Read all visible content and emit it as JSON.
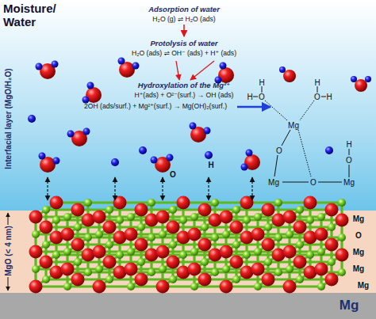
{
  "diagram": {
    "nodes": [
      {
        "text": [
          "Moisture/ Water",
          "Interfacial layer (MgO/H₂O)"
        ]
      },
      {
        "text": [
          "MgO (< 4 nm)"
        ]
      },
      {
        "text": [
          "Mg"
        ]
      }
    ],
    "labels": [
      "Adsorption of water",
      "H₂O (g) ⇌ H₂O (ads)",
      "Protolysis of water",
      "H₂O (ads) ⇌ OH⁻ (ads) + H⁺ (ads)",
      "Hydroxylation of the Mg²⁺",
      "H⁺(ads) + O²⁻(surf.) → OH (ads)",
      "2OH (ads/surf.) + Mg²⁺(surf.) → Mg(OH)₂(surf.)",
      "O",
      "H",
      "H",
      "H",
      "O",
      "H",
      "O",
      "H",
      "Mg",
      "O",
      "H",
      "O",
      "Mg",
      "O",
      "Mg",
      "Mg",
      "O",
      "Mg",
      "Mg",
      "Mg"
    ]
  }
}
